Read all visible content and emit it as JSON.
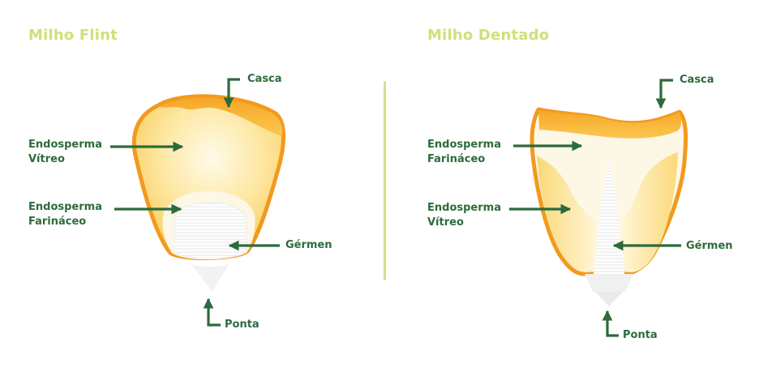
{
  "flint": {
    "title": "Milho Flint",
    "labels": {
      "casca": "Casca",
      "endosperma_vitreo": [
        "Endosperma",
        "Vítreo"
      ],
      "endosperma_farinaceo": [
        "Endosperma",
        "Farináceo"
      ],
      "germen": "Gérmen",
      "ponta": "Ponta"
    }
  },
  "dentado": {
    "title": "Milho Dentado",
    "labels": {
      "casca": "Casca",
      "endosperma_farinaceo": [
        "Endosperma",
        "Farináceo"
      ],
      "endosperma_vitreo": [
        "Endosperma",
        "Vítreo"
      ],
      "germen": "Gérmen",
      "ponta": "Ponta"
    }
  },
  "colors": {
    "title": "#cfe07a",
    "label": "#2d6b3c",
    "arrow": "#2d6b3c",
    "shell_orange": "#f29a1e",
    "vitreous_yellow": "#fde39a",
    "floury_cream": "#fdf8e6",
    "divider": "#d3e08a"
  }
}
